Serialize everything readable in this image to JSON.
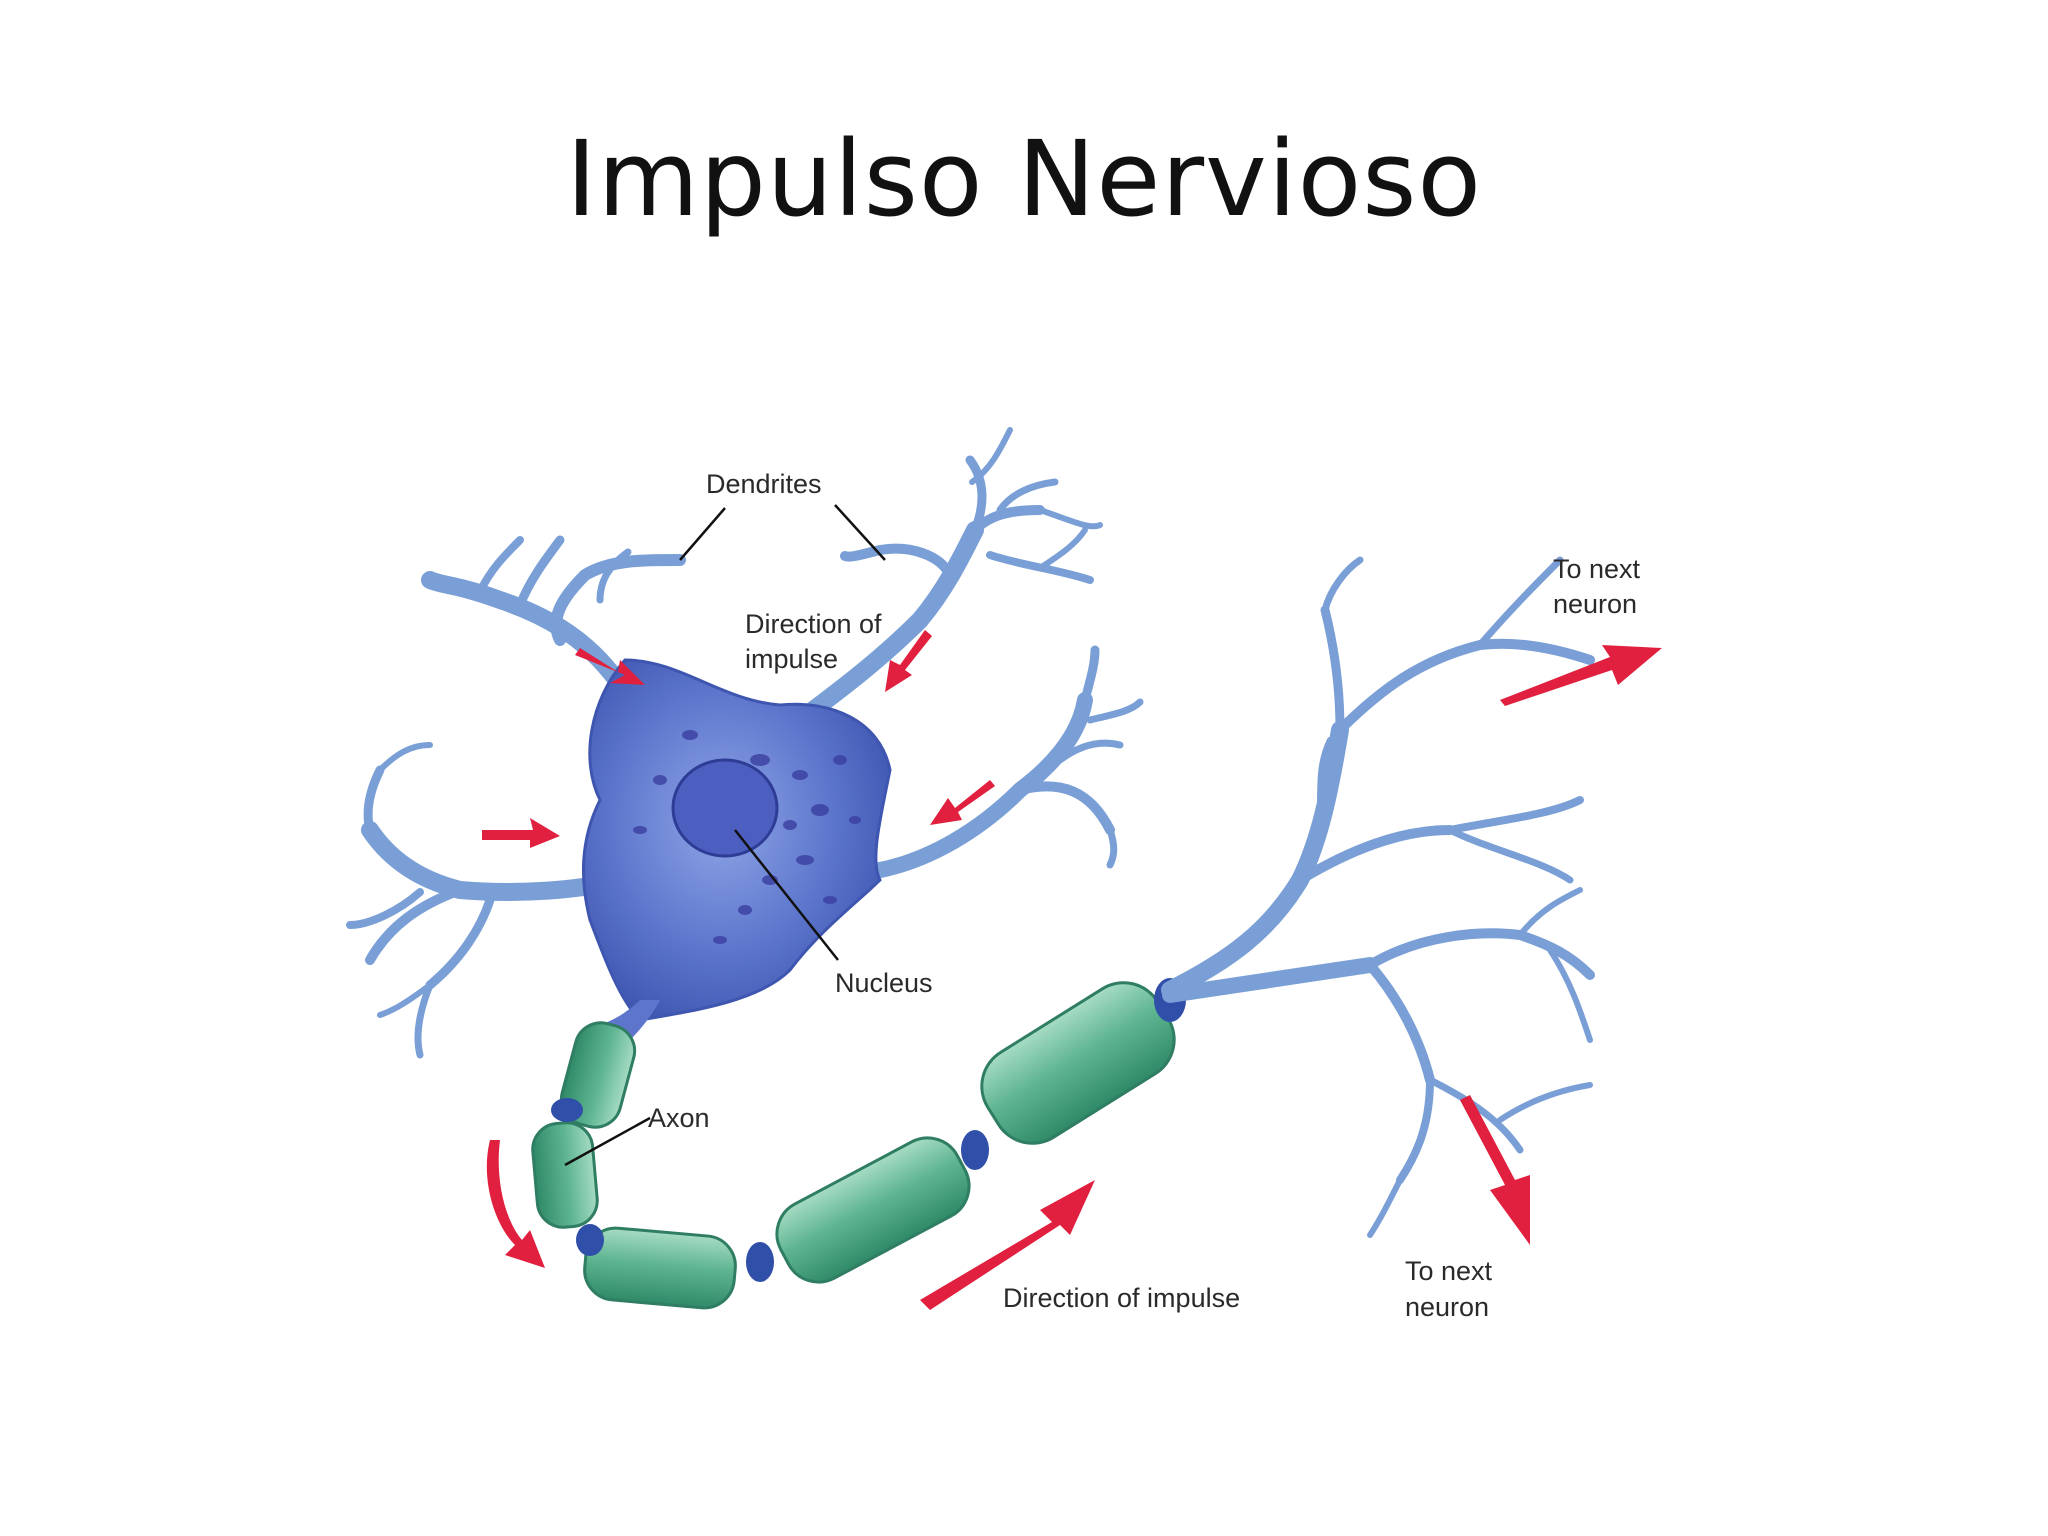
{
  "slide": {
    "title": "Impulso Nervioso"
  },
  "diagram": {
    "labels": {
      "dendrites": "Dendrites",
      "direction_top_1": "Direction of",
      "direction_top_2": "impulse",
      "nucleus": "Nucleus",
      "axon": "Axon",
      "direction_bottom": "Direction of impulse",
      "next_top_1": "To next",
      "next_top_2": "neuron",
      "next_bottom_1": "To next",
      "next_bottom_2": "neuron"
    },
    "colors": {
      "dendrite": "#7a9fd6",
      "dendrite_edge": "#4f78b8",
      "cell_body": "#5570c8",
      "nucleus": "#3b49a8",
      "myelin": "#5fb592",
      "myelin_edge": "#2f7d62",
      "node": "#2f4fa8",
      "arrow": "#e0203e"
    }
  }
}
